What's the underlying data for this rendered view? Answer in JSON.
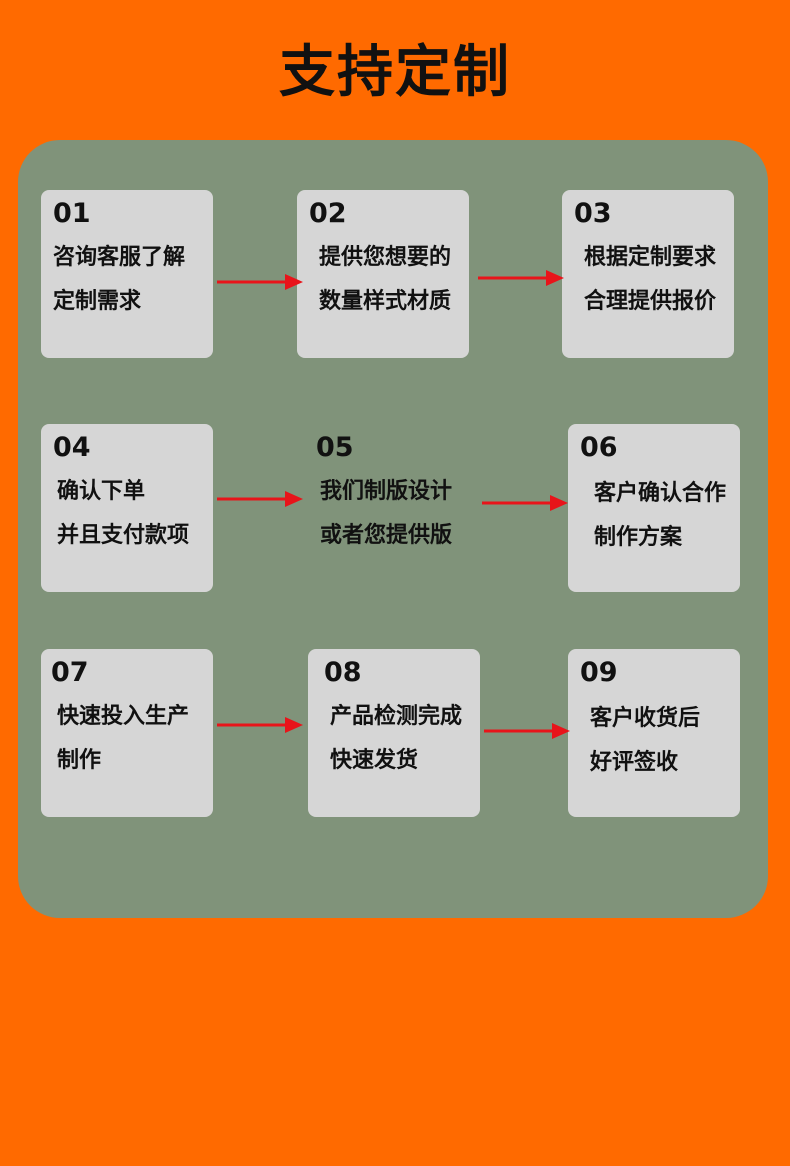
{
  "title": "支持定制",
  "steps": [
    {
      "num": "01",
      "line1": "咨询客服了解",
      "line2": "定制需求"
    },
    {
      "num": "02",
      "line1": "提供您想要的",
      "line2": "数量样式材质"
    },
    {
      "num": "03",
      "line1": "根据定制要求",
      "line2": "合理提供报价"
    },
    {
      "num": "04",
      "line1": "确认下单",
      "line2": "并且支付款项"
    },
    {
      "num": "05",
      "line1": "我们制版设计",
      "line2": "或者您提供版"
    },
    {
      "num": "06",
      "line1": "客户确认合作",
      "line2": "制作方案"
    },
    {
      "num": "07",
      "line1": "快速投入生产",
      "line2": "制作"
    },
    {
      "num": "08",
      "line1": "产品检测完成",
      "line2": "快速发货"
    },
    {
      "num": "09",
      "line1": "客户收货后",
      "line2": "好评签收"
    }
  ],
  "colors": {
    "background": "#FF6A00",
    "panel": "#80937A",
    "card": "#D6D6D6",
    "arrow": "#E8141A"
  }
}
